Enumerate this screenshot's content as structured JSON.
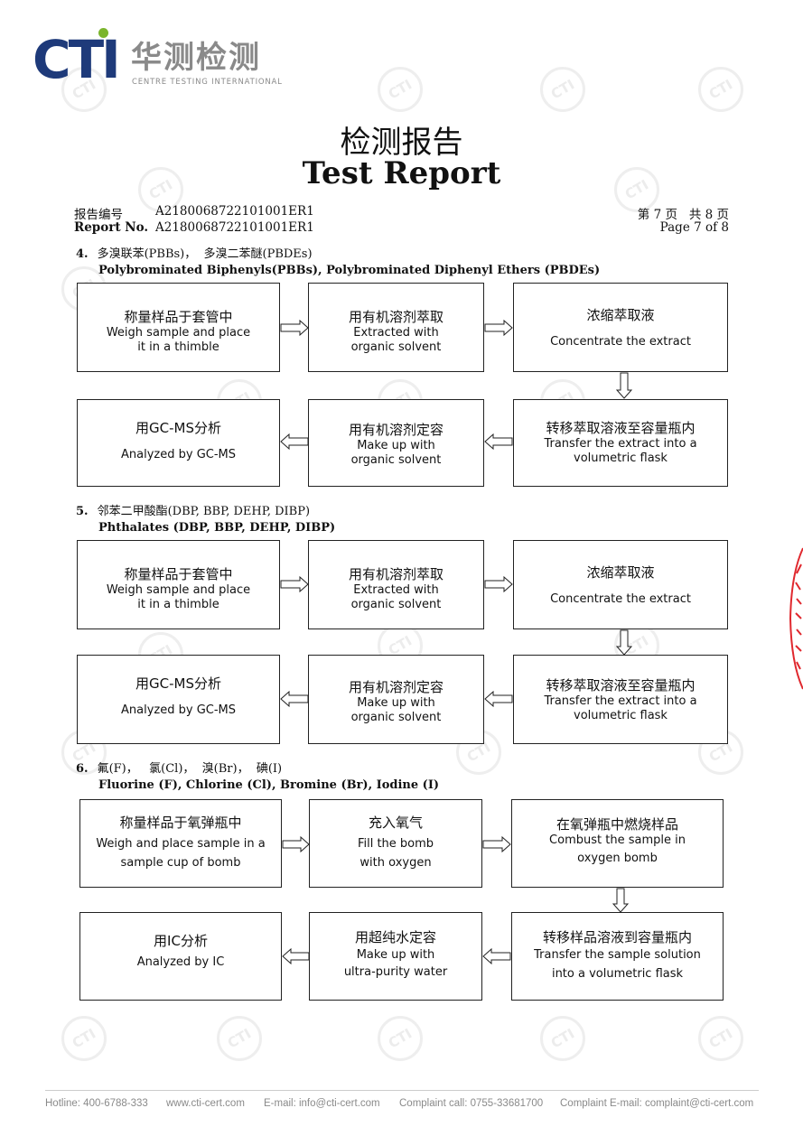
{
  "logo": {
    "brand": "CTI",
    "chinese_name": "华测检测",
    "english_name": "CENTRE TESTING INTERNATIONAL"
  },
  "watermark": "CTI",
  "title": {
    "cn": "检测报告",
    "en": "Test Report"
  },
  "report": {
    "no_label_cn": "报告编号",
    "no_label_en": "Report No.",
    "no_value": "A2180068722101001ER1",
    "page_cn": "第 7 页   共 8 页",
    "page_en": "Page 7 of 8"
  },
  "sections": [
    {
      "num": "4.",
      "title_cn": "多溴联苯(PBBs)，  多溴二苯醚(PBDEs)",
      "title_en": "Polybrominated Biphenyls(PBBs), Polybrominated Diphenyl Ethers (PBDEs)",
      "steps": [
        {
          "cn": "称量样品于套管中",
          "en1": "Weigh sample and place",
          "en2": "it in a thimble"
        },
        {
          "cn": "用有机溶剂萃取",
          "en1": "Extracted with",
          "en2": "organic solvent"
        },
        {
          "cn": "浓缩萃取液",
          "en1": "Concentrate the extract",
          "en2": ""
        },
        {
          "cn": "转移萃取溶液至容量瓶内",
          "en1": "Transfer the extract into a",
          "en2": "volumetric flask"
        },
        {
          "cn": "用有机溶剂定容",
          "en1": "Make up with",
          "en2": "organic solvent"
        },
        {
          "cn": "用GC-MS分析",
          "en1": "Analyzed by GC-MS",
          "en2": ""
        }
      ]
    },
    {
      "num": "5.",
      "title_cn": "邻苯二甲酸酯(DBP, BBP, DEHP, DIBP)",
      "title_en": "Phthalates (DBP, BBP, DEHP, DIBP)",
      "steps": [
        {
          "cn": "称量样品于套管中",
          "en1": "Weigh sample and place",
          "en2": "it in a thimble"
        },
        {
          "cn": "用有机溶剂萃取",
          "en1": "Extracted with",
          "en2": "organic solvent"
        },
        {
          "cn": "浓缩萃取液",
          "en1": "Concentrate the extract",
          "en2": ""
        },
        {
          "cn": "转移萃取溶液至容量瓶内",
          "en1": "Transfer the extract into a",
          "en2": "volumetric flask"
        },
        {
          "cn": "用有机溶剂定容",
          "en1": "Make up with",
          "en2": "organic solvent"
        },
        {
          "cn": "用GC-MS分析",
          "en1": "Analyzed by GC-MS",
          "en2": ""
        }
      ]
    },
    {
      "num": "6.",
      "title_cn": "氟(F)，   氯(Cl)，  溴(Br)，  碘(I)",
      "title_en": "Fluorine (F), Chlorine (Cl), Bromine (Br), Iodine (I)",
      "steps": [
        {
          "cn": "称量样品于氧弹瓶中",
          "en1": "Weigh and place sample in a",
          "en2": "sample cup of bomb"
        },
        {
          "cn": "充入氧气",
          "en1": "Fill the bomb",
          "en2": "with oxygen"
        },
        {
          "cn": "在氧弹瓶中燃烧样品",
          "en1": "Combust the sample in",
          "en2": "oxygen bomb"
        },
        {
          "cn": "转移样品溶液到容量瓶内",
          "en1": "Transfer the sample solution",
          "en2": "into a volumetric flask"
        },
        {
          "cn": "用超纯水定容",
          "en1": "Make up with",
          "en2": "ultra-purity water"
        },
        {
          "cn": "用IC分析",
          "en1": "Analyzed by IC",
          "en2": ""
        }
      ]
    }
  ],
  "footer": {
    "hotline": "Hotline: 400-6788-333",
    "website": "www.cti-cert.com",
    "email": "E-mail: info@cti-cert.com",
    "complaint_call": "Complaint call: 0755-33681700",
    "complaint_email": "Complaint E-mail: complaint@cti-cert.com"
  },
  "colors": {
    "brand_blue": "#1e3a7a",
    "brand_green": "#7bb52d",
    "stamp_red": "#e0282e",
    "watermark": "#ececec"
  }
}
